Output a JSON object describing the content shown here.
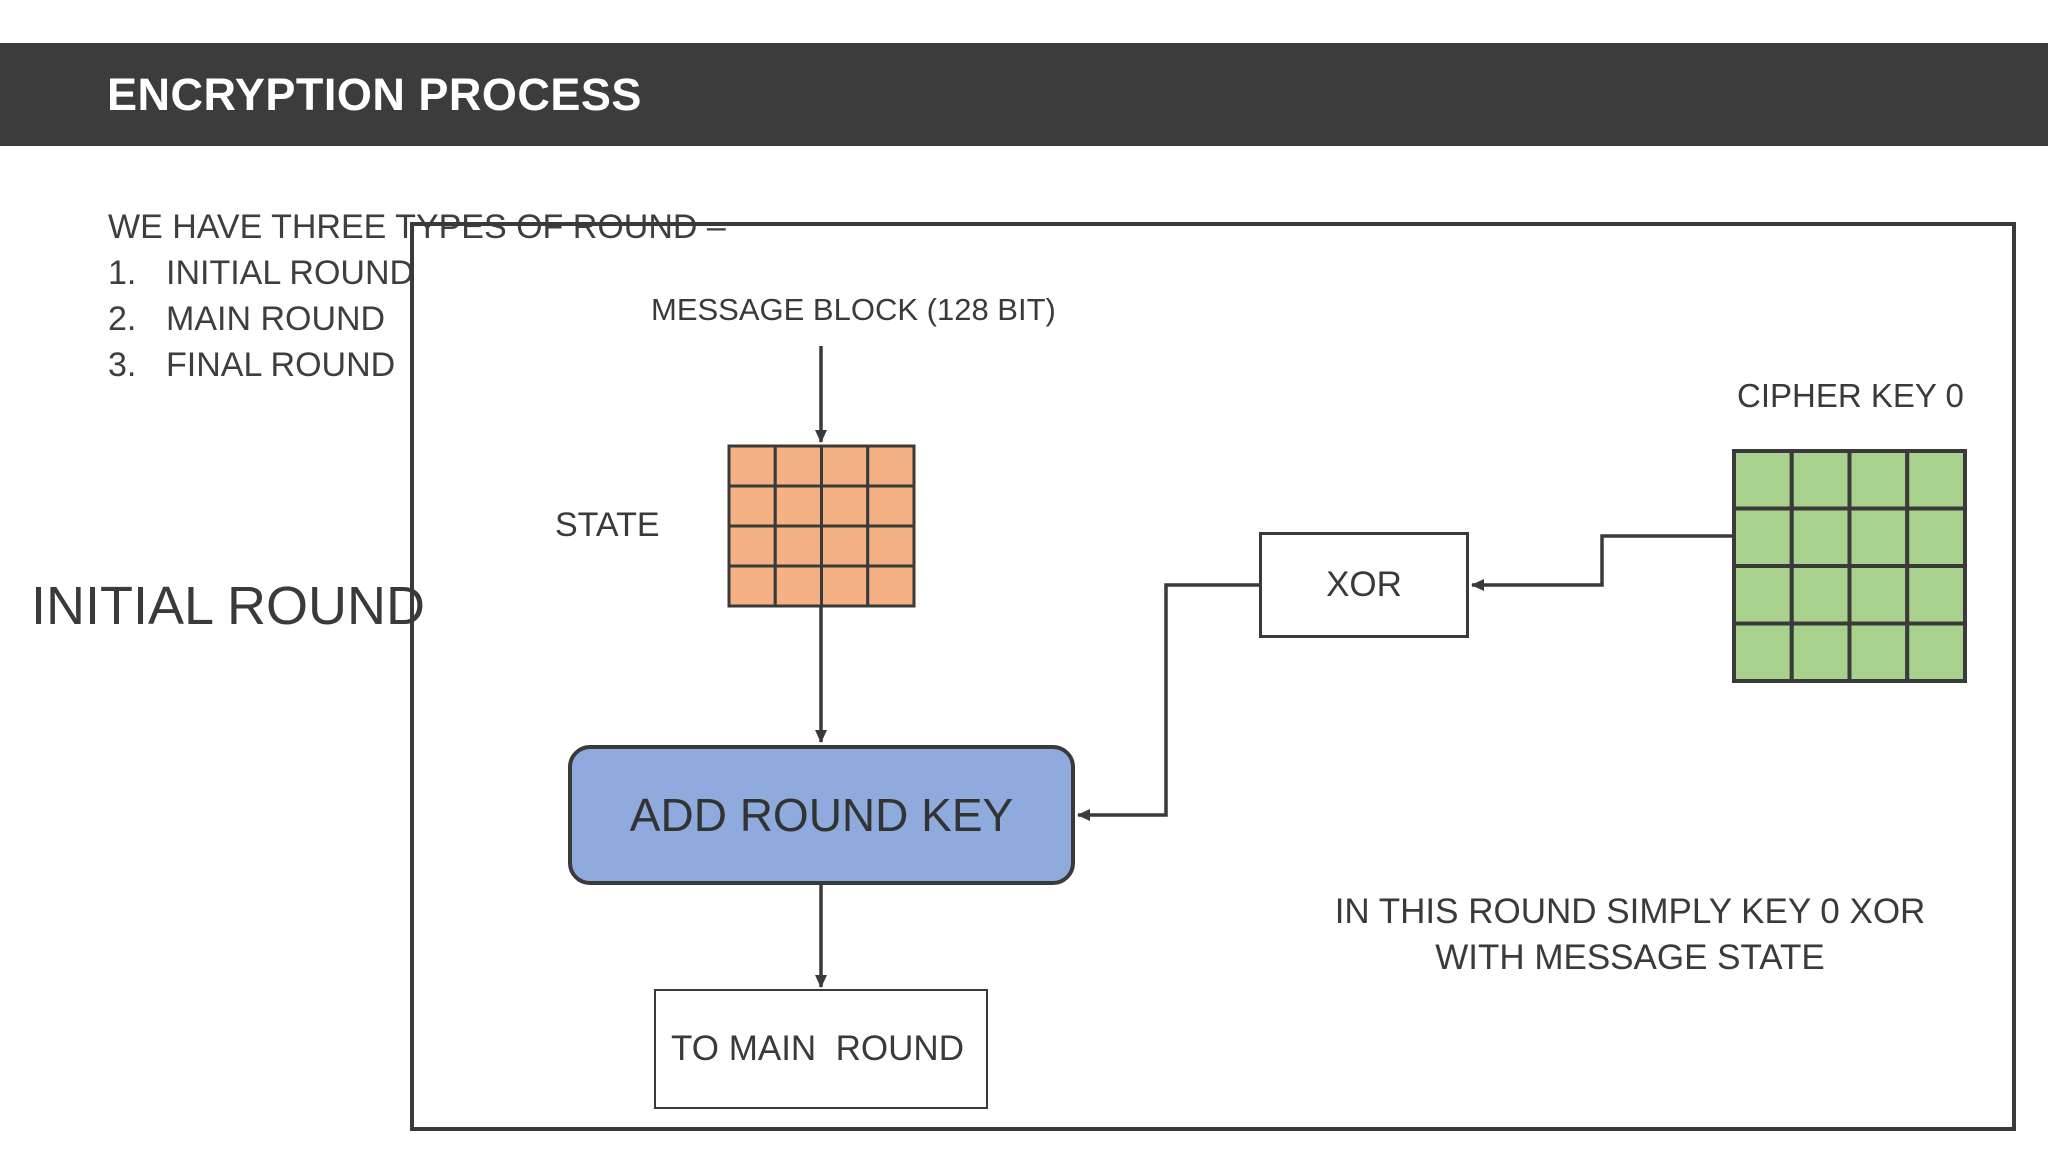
{
  "header": {
    "title": "ENCRYPTION PROCESS"
  },
  "intro": {
    "heading": "WE HAVE THREE TYPES OF ROUND –",
    "items": [
      {
        "num": "1.",
        "label": "INITIAL ROUND"
      },
      {
        "num": "2.",
        "label": "MAIN ROUND"
      },
      {
        "num": "3.",
        "label": "FINAL ROUND"
      }
    ]
  },
  "section_label": "INITIAL ROUND",
  "diagram": {
    "message_block": "MESSAGE BLOCK (128 BIT)",
    "state_label": "STATE",
    "cipher_key_label": "CIPHER KEY 0",
    "xor_label": "XOR",
    "add_round_key_label": "ADD ROUND KEY",
    "to_main_round_label": "TO MAIN  ROUND",
    "note": "IN THIS ROUND SIMPLY KEY 0 XOR WITH MESSAGE STATE",
    "state_grid": {
      "rows": 4,
      "cols": 4,
      "fill": "#f4b183"
    },
    "key_grid": {
      "rows": 4,
      "cols": 4,
      "fill": "#a9d18e"
    },
    "add_round_key_fill": "#8faadc"
  }
}
